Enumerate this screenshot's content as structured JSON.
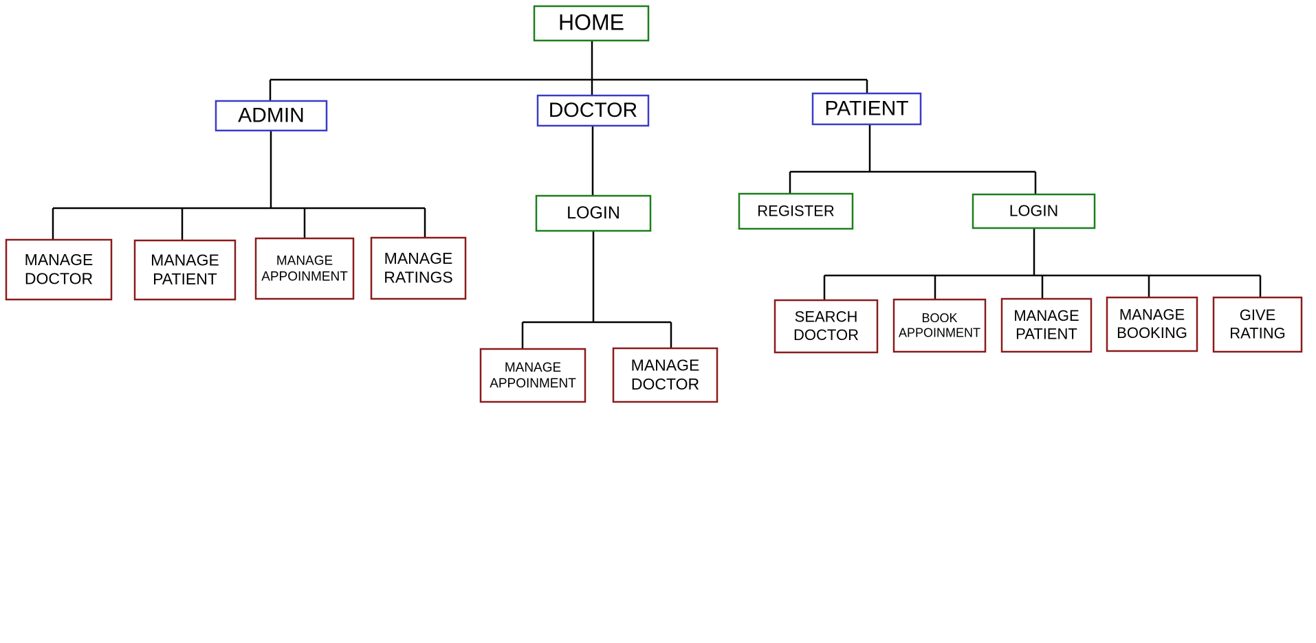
{
  "colors": {
    "green": "#1a7f1a",
    "blue": "#3a3ac8",
    "red": "#8b1a1a",
    "line": "#000000"
  },
  "nodes": {
    "home": {
      "lines": [
        "HOME"
      ],
      "color": "green"
    },
    "admin": {
      "lines": [
        "ADMIN"
      ],
      "color": "blue"
    },
    "doctor": {
      "lines": [
        "DOCTOR"
      ],
      "color": "blue"
    },
    "patient": {
      "lines": [
        "PATIENT"
      ],
      "color": "blue"
    },
    "admin_manage_doctor": {
      "lines": [
        "MANAGE",
        "DOCTOR"
      ],
      "color": "red"
    },
    "admin_manage_patient": {
      "lines": [
        "MANAGE",
        "PATIENT"
      ],
      "color": "red"
    },
    "admin_manage_appoinment": {
      "lines": [
        "MANAGE",
        "APPOINMENT"
      ],
      "color": "red"
    },
    "admin_manage_ratings": {
      "lines": [
        "MANAGE",
        "RATINGS"
      ],
      "color": "red"
    },
    "doctor_login": {
      "lines": [
        "LOGIN"
      ],
      "color": "green"
    },
    "doctor_manage_appoinment": {
      "lines": [
        "MANAGE",
        "APPOINMENT"
      ],
      "color": "red"
    },
    "doctor_manage_doctor": {
      "lines": [
        "MANAGE",
        "DOCTOR"
      ],
      "color": "red"
    },
    "patient_register": {
      "lines": [
        "REGISTER"
      ],
      "color": "green"
    },
    "patient_login": {
      "lines": [
        "LOGIN"
      ],
      "color": "green"
    },
    "patient_search_doctor": {
      "lines": [
        "SEARCH",
        "DOCTOR"
      ],
      "color": "red"
    },
    "patient_book_appoinment": {
      "lines": [
        "BOOK",
        "APPOINMENT"
      ],
      "color": "red"
    },
    "patient_manage_patient": {
      "lines": [
        "MANAGE",
        "PATIENT"
      ],
      "color": "red"
    },
    "patient_manage_booking": {
      "lines": [
        "MANAGE",
        "BOOKING"
      ],
      "color": "red"
    },
    "patient_give_rating": {
      "lines": [
        "GIVE",
        "RATING"
      ],
      "color": "red"
    }
  },
  "edges": [
    [
      "home",
      "admin"
    ],
    [
      "home",
      "doctor"
    ],
    [
      "home",
      "patient"
    ],
    [
      "admin",
      "admin_manage_doctor"
    ],
    [
      "admin",
      "admin_manage_patient"
    ],
    [
      "admin",
      "admin_manage_appoinment"
    ],
    [
      "admin",
      "admin_manage_ratings"
    ],
    [
      "doctor",
      "doctor_login"
    ],
    [
      "doctor_login",
      "doctor_manage_appoinment"
    ],
    [
      "doctor_login",
      "doctor_manage_doctor"
    ],
    [
      "patient",
      "patient_register"
    ],
    [
      "patient",
      "patient_login"
    ],
    [
      "patient_login",
      "patient_search_doctor"
    ],
    [
      "patient_login",
      "patient_book_appoinment"
    ],
    [
      "patient_login",
      "patient_manage_patient"
    ],
    [
      "patient_login",
      "patient_manage_booking"
    ],
    [
      "patient_login",
      "patient_give_rating"
    ]
  ]
}
